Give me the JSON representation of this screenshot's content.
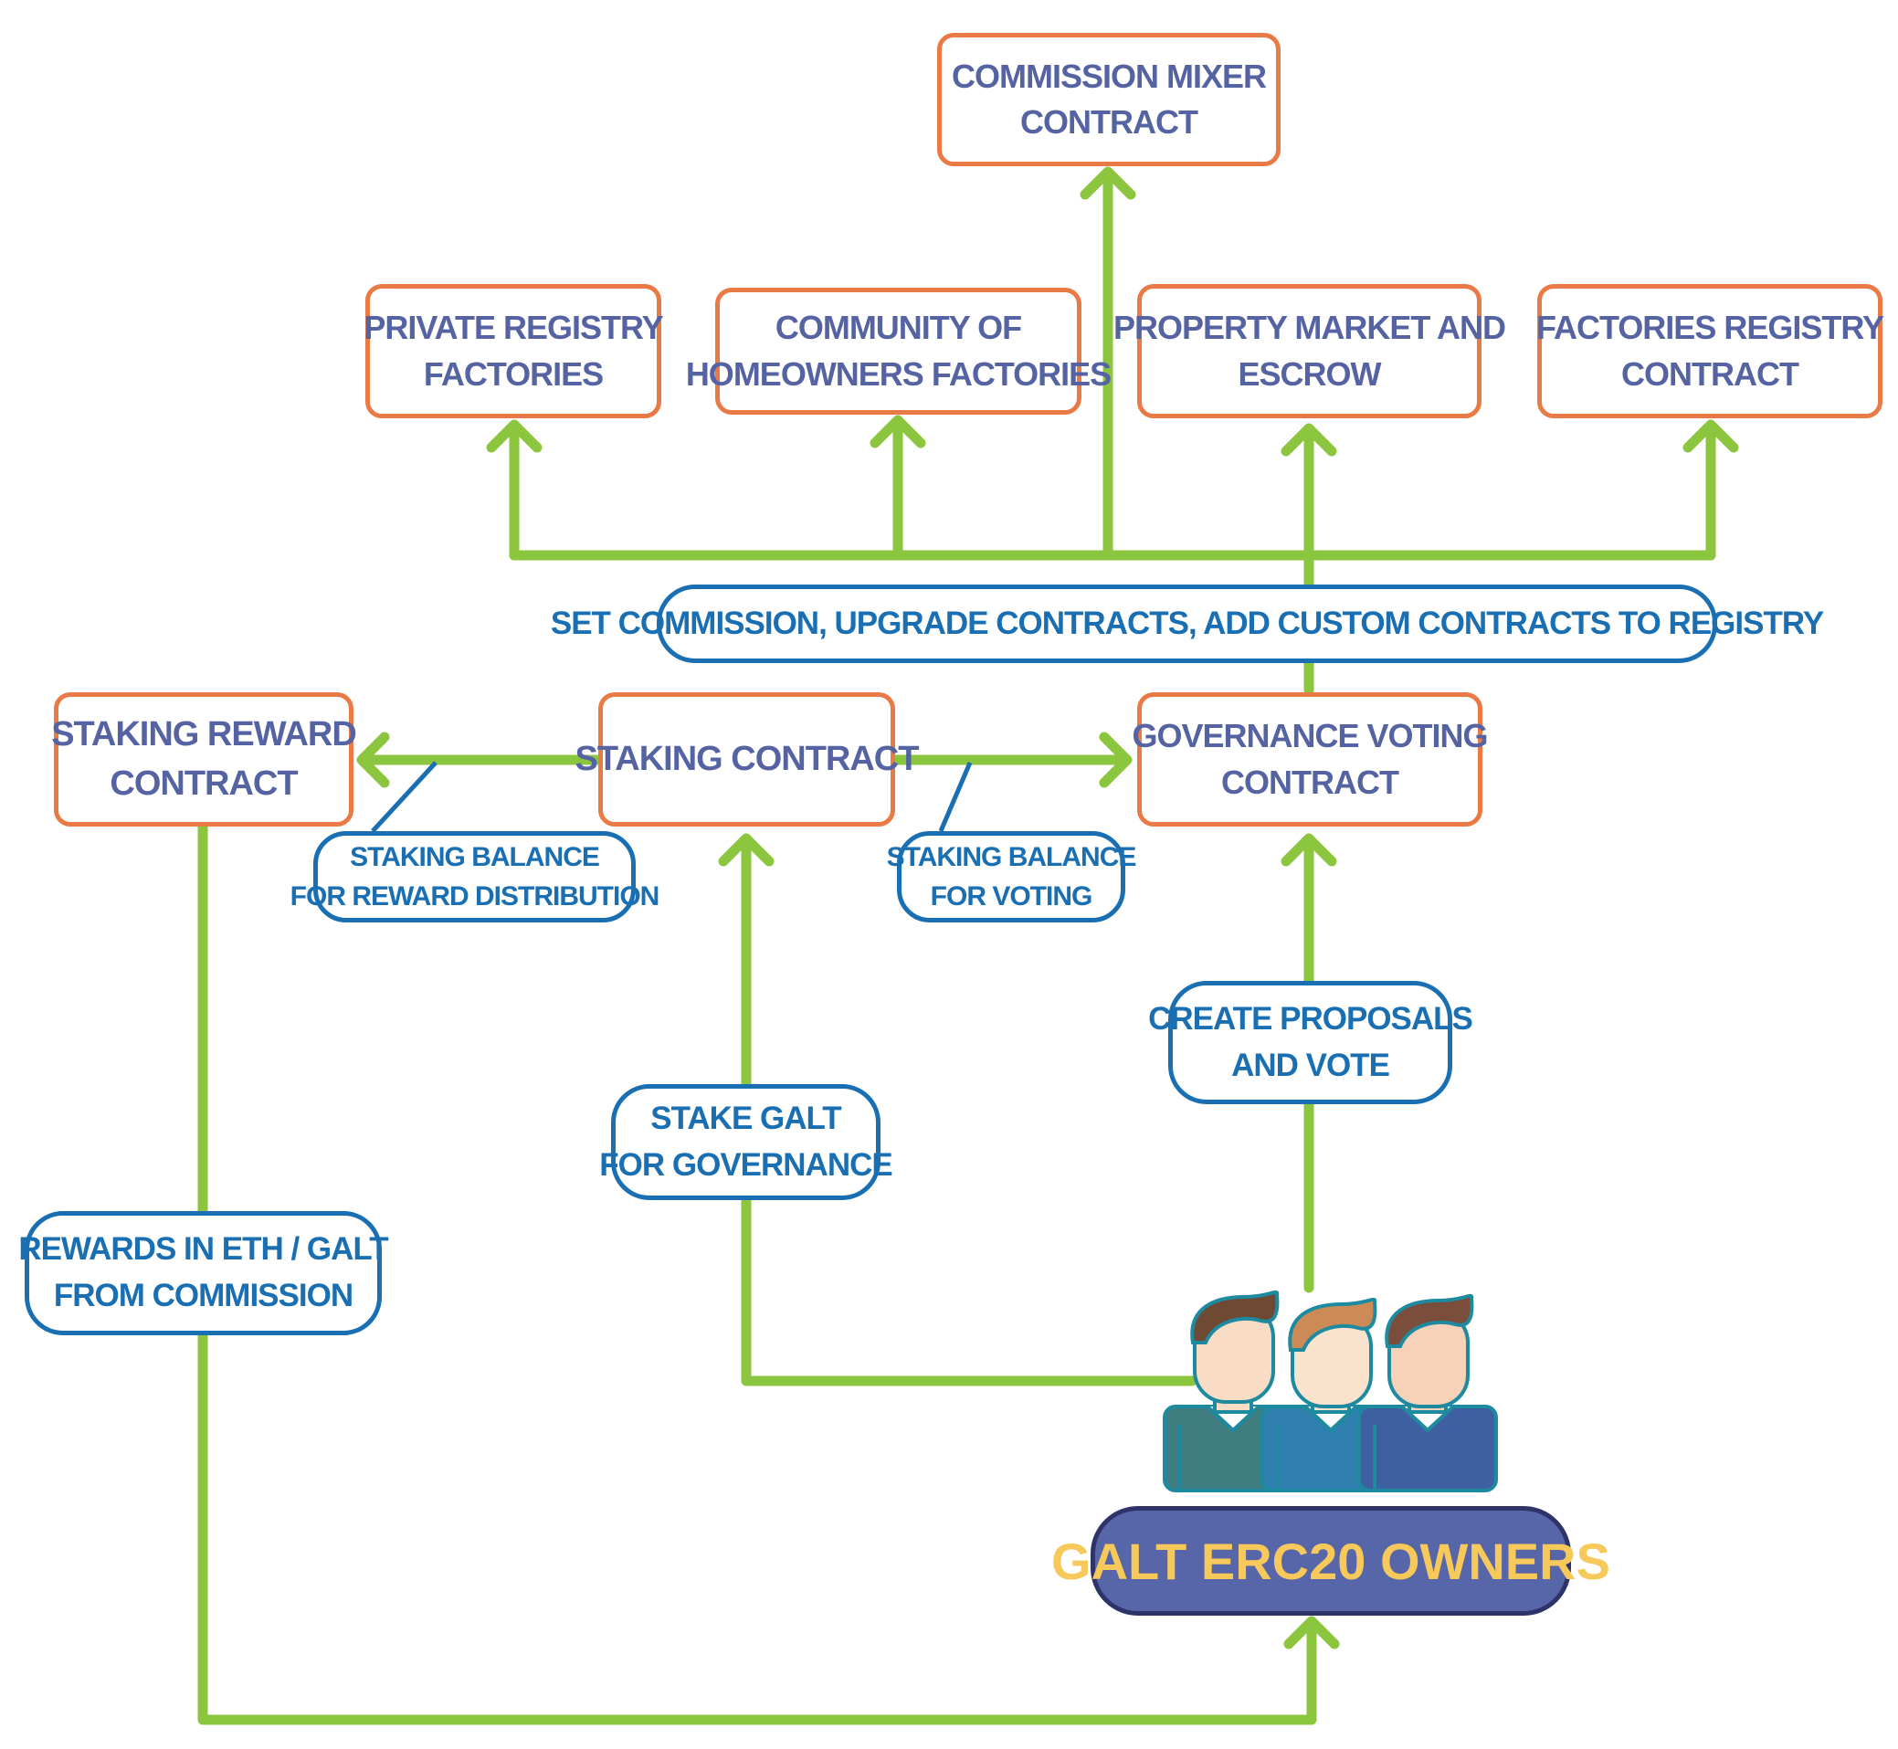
{
  "contracts": {
    "commission_mixer": [
      "COMMISSION MIXER",
      "CONTRACT"
    ],
    "private_registry": [
      "PRIVATE REGISTRY",
      "FACTORIES"
    ],
    "community_homeowners": [
      "COMMUNITY OF",
      "HOMEOWNERS FACTORIES"
    ],
    "property_market": [
      "PROPERTY MARKET AND",
      "ESCROW"
    ],
    "factories_registry": [
      "FACTORIES REGISTRY",
      "CONTRACT"
    ],
    "staking_reward": [
      "STAKING REWARD",
      "CONTRACT"
    ],
    "staking": [
      "STAKING CONTRACT"
    ],
    "governance_voting": [
      "GOVERNANCE VOTING",
      "CONTRACT"
    ]
  },
  "actions": {
    "set_commission": [
      "SET COMMISSION, UPGRADE CONTRACTS, ADD CUSTOM CONTRACTS TO REGISTRY"
    ],
    "staking_balance_reward": [
      "STAKING BALANCE",
      "FOR REWARD DISTRIBUTION"
    ],
    "staking_balance_voting": [
      "STAKING BALANCE",
      "FOR VOTING"
    ],
    "create_proposals": [
      "CREATE PROPOSALS",
      "AND VOTE"
    ],
    "stake_galt": [
      "STAKE GALT",
      "FOR GOVERNANCE"
    ],
    "rewards": [
      "REWARDS IN ETH / GALT",
      "FROM COMMISSION"
    ]
  },
  "owners": {
    "label": "GALT ERC20 OWNERS",
    "icon": "user-group-icon"
  },
  "colors": {
    "arrow": "#8cc63f",
    "contract_border": "#ea7a45",
    "contract_text": "#5563a3",
    "action_border": "#1a6fb3",
    "owners_fill": "#5766a8",
    "owners_text": "#f7c85a"
  }
}
